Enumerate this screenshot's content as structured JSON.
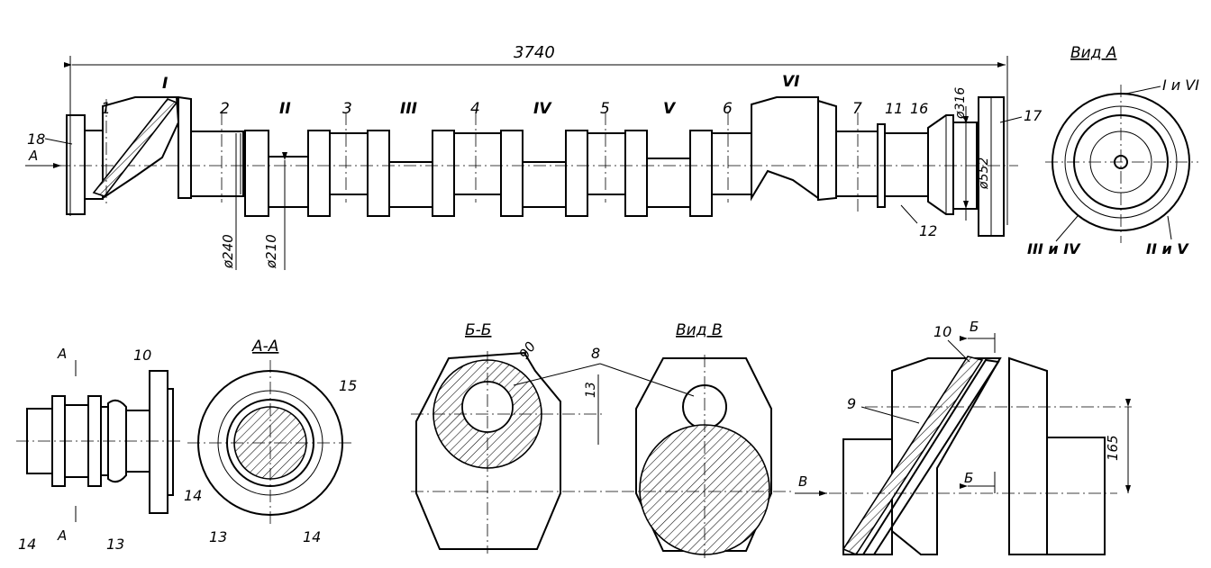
{
  "dimensions": {
    "overall_length": "3740",
    "d240": "ø240",
    "d210": "ø210",
    "d316": "ø316",
    "d552": "ø552",
    "d13": "13",
    "d90": "90",
    "d165": "165"
  },
  "main_journals": [
    "1",
    "2",
    "3",
    "4",
    "5",
    "6",
    "7"
  ],
  "crank_pins": [
    "I",
    "II",
    "III",
    "IV",
    "V",
    "VI"
  ],
  "part_numbers": [
    "8",
    "9",
    "10",
    "11",
    "12",
    "13",
    "14",
    "15",
    "16",
    "17",
    "18"
  ],
  "view_labels": {
    "view_a": "Вид А",
    "view_b": "Вид В",
    "section_aa": "А-А",
    "section_bb": "Б-Б",
    "arrow_a": "А",
    "arrow_b": "Б",
    "arrow_v": "В"
  },
  "flange_labels": {
    "i_vi": "I и VI",
    "iii_iv": "III и IV",
    "ii_v": "II и V"
  }
}
